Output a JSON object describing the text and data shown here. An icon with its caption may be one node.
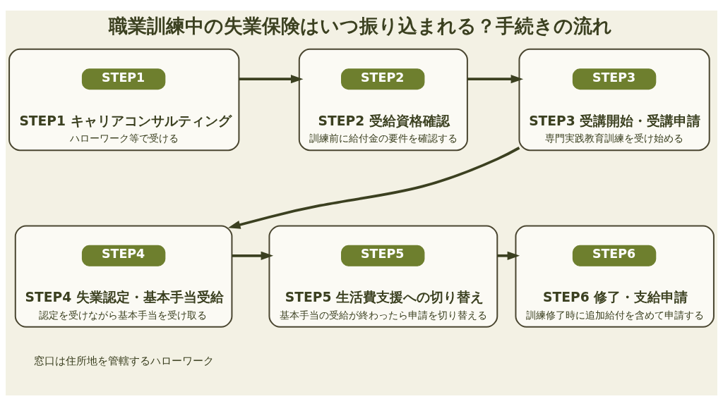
{
  "diagram": {
    "title": "職業訓練中の失業保険はいつ振り込まれる？手続きの流れ",
    "nodes": [
      {
        "text": [
          "STEP1 キャリアコンサルティング",
          "ハローワーク等で受ける"
        ]
      },
      {
        "text": [
          "STEP1"
        ],
        "in": 0
      },
      {
        "text": [
          "STEP2 受給資格確認",
          "訓練前に給付金の要件を確認する"
        ]
      },
      {
        "text": [
          "STEP2"
        ],
        "in": 2
      },
      {
        "text": [
          "STEP3 受講開始・受講申請",
          "専門実践教育訓練を受け始める"
        ]
      },
      {
        "text": [
          "STEP3"
        ],
        "in": 4
      },
      {
        "text": [
          "STEP4 失業認定・基本手当受給",
          "認定を受けながら基本手当を受け取る"
        ]
      },
      {
        "text": [
          "STEP4"
        ],
        "in": 6
      },
      {
        "text": [
          "STEP5 生活費支援への切り替え",
          "基本手当の受給が終わったら申請を切り替える"
        ]
      },
      {
        "text": [
          "STEP5"
        ],
        "in": 8
      },
      {
        "text": [
          "STEP6 修了・支給申請",
          "訓練修了時に追加給付を含めて申請する"
        ]
      },
      {
        "text": [
          "STEP6"
        ],
        "in": 10
      }
    ],
    "edges": [
      {
        "from": 0,
        "to": 2,
        "arrow": "to"
      },
      {
        "from": 2,
        "to": 4,
        "arrow": "to"
      },
      {
        "from": 4,
        "to": 6,
        "arrow": "to"
      },
      {
        "from": 6,
        "to": 8,
        "arrow": "to"
      },
      {
        "from": 8,
        "to": 10,
        "arrow": "to"
      }
    ],
    "labels": [
      "窓口は住所地を管轄するハローワーク"
    ]
  }
}
